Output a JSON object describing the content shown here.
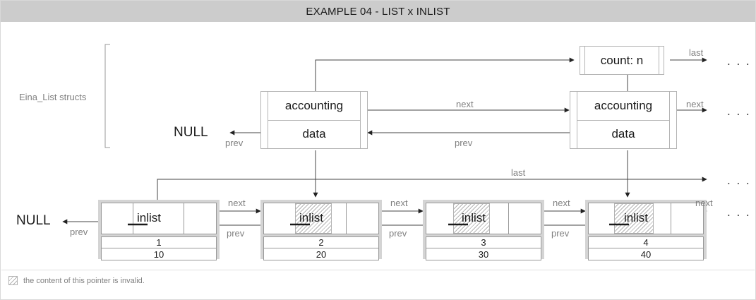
{
  "header": {
    "title": "EXAMPLE 04 - LIST x INLIST"
  },
  "labels": {
    "eina_list_structs": "Eina_List structs",
    "null_upper": "NULL",
    "null_lower": "NULL",
    "count": "count: n",
    "accounting": "accounting",
    "data": "data",
    "inlist": "inlist",
    "next": "next",
    "prev": "prev",
    "last": "last",
    "ellipsis": ". . ."
  },
  "eina_list_nodes": [
    {
      "id": "list-node-1",
      "accounting": "accounting",
      "data": "data"
    },
    {
      "id": "list-node-2",
      "accounting": "accounting",
      "data": "data"
    }
  ],
  "accounting_box": {
    "count_label": "count: n",
    "last_label": "last"
  },
  "inlist_nodes": [
    {
      "id": "inlist-node-1",
      "label": "inlist",
      "value1": "1",
      "value2": "10",
      "invalid": false
    },
    {
      "id": "inlist-node-2",
      "label": "inlist",
      "value1": "2",
      "value2": "20",
      "invalid": true
    },
    {
      "id": "inlist-node-3",
      "label": "inlist",
      "value1": "3",
      "value2": "30",
      "invalid": true
    },
    {
      "id": "inlist-node-4",
      "label": "inlist",
      "value1": "4",
      "value2": "40",
      "invalid": true
    }
  ],
  "wire_labels": {
    "top_last": "last",
    "list_next": "next",
    "list_prev": "prev",
    "list_null_prev": "prev",
    "right_next": "next",
    "mid_last": "last",
    "n1_next": "next",
    "n1_prev": "prev",
    "n2_next": "next",
    "n2_prev": "prev",
    "n3_next": "next",
    "n3_prev": "prev",
    "n4_next": "next",
    "null_prev": "prev"
  },
  "legend": {
    "text": "the content of this pointer is invalid.",
    "pattern": "diagonal-hatch"
  },
  "colors": {
    "title_bar": "#cccccc",
    "box_border": "#b3b3b3",
    "node_frame": "#d4d4d4",
    "node_border": "#999999",
    "wire": "#333333",
    "wire_label": "#808080",
    "text": "#1a1a1a"
  }
}
